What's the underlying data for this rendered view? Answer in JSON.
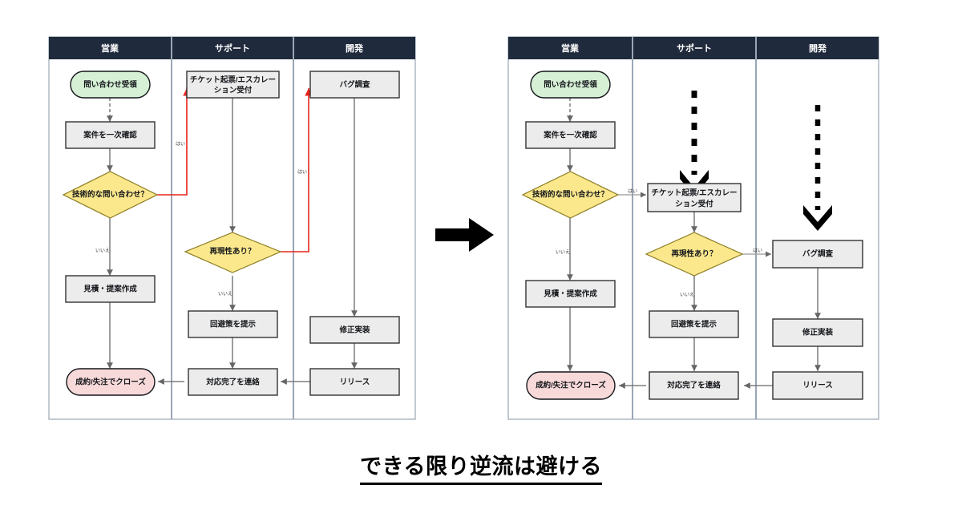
{
  "caption": "できる限り逆流は避ける",
  "colors": {
    "lane_header_bg": "#1f2a3c",
    "lane_header_text": "#ffffff",
    "lane_divider": "#9aa6b5",
    "diagram_border": "#9aa6b5",
    "process_fill": "#ececec",
    "process_stroke": "#333333",
    "decision_fill": "#fbe88d",
    "decision_stroke": "#8a7a20",
    "start_fill": "#d5f0d5",
    "start_stroke": "#14161a",
    "end_fill": "#f7d9d9",
    "end_stroke": "#14161a",
    "edge": "#666666",
    "backflow_edge": "#e8231b",
    "bold_dashed_edge": "#000000",
    "transition_arrow": "#000000"
  },
  "transition_arrow_icon": "right-arrow-icon",
  "lanes": [
    {
      "id": "sales",
      "label": "営業"
    },
    {
      "id": "support",
      "label": "サポート"
    },
    {
      "id": "dev",
      "label": "開発"
    }
  ],
  "diagrams": [
    {
      "id": "before",
      "title_role": "anti-pattern-flowchart",
      "nodes": [
        {
          "id": "b-start",
          "lane": "sales",
          "shape": "terminator",
          "fill": "start",
          "label": "問い合わせ受領",
          "lines": [
            "問い合わせ受領"
          ]
        },
        {
          "id": "b-triage",
          "lane": "sales",
          "shape": "process",
          "fill": "process",
          "label": "案件を一次確認",
          "lines": [
            "案件を一次確認"
          ]
        },
        {
          "id": "b-decision",
          "lane": "sales",
          "shape": "decision",
          "fill": "decision",
          "label": "技術的な問い合わせ？",
          "lines": [
            "技術的な問い合わせ？"
          ]
        },
        {
          "id": "b-quote",
          "lane": "sales",
          "shape": "process",
          "fill": "process",
          "label": "見積・提案作成",
          "lines": [
            "見積・提案作成"
          ]
        },
        {
          "id": "b-close",
          "lane": "sales",
          "shape": "terminator",
          "fill": "end",
          "label": "成約/失注でクローズ",
          "lines": [
            "成約/失注でクローズ"
          ]
        },
        {
          "id": "b-ticket",
          "lane": "support",
          "shape": "process",
          "fill": "process",
          "label": "チケット起票/エスカレーション受付",
          "lines": [
            "チケット起票/エスカレー",
            "ション受付"
          ]
        },
        {
          "id": "b-repro",
          "lane": "support",
          "shape": "decision",
          "fill": "decision",
          "label": "再現性あり？",
          "lines": [
            "再現性あり？"
          ]
        },
        {
          "id": "b-workarnd",
          "lane": "support",
          "shape": "process",
          "fill": "process",
          "label": "回避策を提示",
          "lines": [
            "回避策を提示"
          ]
        },
        {
          "id": "b-notify",
          "lane": "support",
          "shape": "process",
          "fill": "process",
          "label": "対応完了を連絡",
          "lines": [
            "対応完了を連絡"
          ]
        },
        {
          "id": "b-bug",
          "lane": "dev",
          "shape": "process",
          "fill": "process",
          "label": "バグ調査",
          "lines": [
            "バグ調査"
          ]
        },
        {
          "id": "b-fix",
          "lane": "dev",
          "shape": "process",
          "fill": "process",
          "label": "修正実装",
          "lines": [
            "修正実装"
          ]
        },
        {
          "id": "b-release",
          "lane": "dev",
          "shape": "process",
          "fill": "process",
          "label": "リリース",
          "lines": [
            "リリース"
          ]
        }
      ],
      "edges": [
        {
          "from": "b-start",
          "to": "b-triage",
          "style": "dashed",
          "label": ""
        },
        {
          "from": "b-triage",
          "to": "b-decision",
          "style": "solid",
          "label": ""
        },
        {
          "from": "b-decision",
          "to": "b-quote",
          "style": "solid",
          "label": "いいえ"
        },
        {
          "from": "b-quote",
          "to": "b-close",
          "style": "solid",
          "label": ""
        },
        {
          "from": "b-decision",
          "to": "b-ticket",
          "style": "backflow",
          "label": "はい"
        },
        {
          "from": "b-ticket",
          "to": "b-repro",
          "style": "solid",
          "label": ""
        },
        {
          "from": "b-repro",
          "to": "b-workarnd",
          "style": "solid",
          "label": "いいえ"
        },
        {
          "from": "b-workarnd",
          "to": "b-notify",
          "style": "solid",
          "label": ""
        },
        {
          "from": "b-repro",
          "to": "b-bug",
          "style": "backflow",
          "label": "はい"
        },
        {
          "from": "b-bug",
          "to": "b-fix",
          "style": "solid",
          "label": ""
        },
        {
          "from": "b-fix",
          "to": "b-release",
          "style": "solid",
          "label": ""
        },
        {
          "from": "b-release",
          "to": "b-notify",
          "style": "solid",
          "label": ""
        },
        {
          "from": "b-notify",
          "to": "b-close",
          "style": "solid",
          "label": ""
        }
      ]
    },
    {
      "id": "after",
      "title_role": "recommended-flowchart",
      "nodes": [
        {
          "id": "a-start",
          "lane": "sales",
          "shape": "terminator",
          "fill": "start",
          "label": "問い合わせ受領",
          "lines": [
            "問い合わせ受領"
          ]
        },
        {
          "id": "a-triage",
          "lane": "sales",
          "shape": "process",
          "fill": "process",
          "label": "案件を一次確認",
          "lines": [
            "案件を一次確認"
          ]
        },
        {
          "id": "a-decision",
          "lane": "sales",
          "shape": "decision",
          "fill": "decision",
          "label": "技術的な問い合わせ？",
          "lines": [
            "技術的な問い合わせ？"
          ]
        },
        {
          "id": "a-quote",
          "lane": "sales",
          "shape": "process",
          "fill": "process",
          "label": "見積・提案作成",
          "lines": [
            "見積・提案作成"
          ]
        },
        {
          "id": "a-close",
          "lane": "sales",
          "shape": "terminator",
          "fill": "end",
          "label": "成約/失注でクローズ",
          "lines": [
            "成約/失注でクローズ"
          ]
        },
        {
          "id": "a-ticket",
          "lane": "support",
          "shape": "process",
          "fill": "process",
          "label": "チケット起票/エスカレーション受付",
          "lines": [
            "チケット起票/エスカレー",
            "ション受付"
          ]
        },
        {
          "id": "a-repro",
          "lane": "support",
          "shape": "decision",
          "fill": "decision",
          "label": "再現性あり？",
          "lines": [
            "再現性あり？"
          ]
        },
        {
          "id": "a-workarnd",
          "lane": "support",
          "shape": "process",
          "fill": "process",
          "label": "回避策を提示",
          "lines": [
            "回避策を提示"
          ]
        },
        {
          "id": "a-notify",
          "lane": "support",
          "shape": "process",
          "fill": "process",
          "label": "対応完了を連絡",
          "lines": [
            "対応完了を連絡"
          ]
        },
        {
          "id": "a-bug",
          "lane": "dev",
          "shape": "process",
          "fill": "process",
          "label": "バグ調査",
          "lines": [
            "バグ調査"
          ]
        },
        {
          "id": "a-fix",
          "lane": "dev",
          "shape": "process",
          "fill": "process",
          "label": "修正実装",
          "lines": [
            "修正実装"
          ]
        },
        {
          "id": "a-release",
          "lane": "dev",
          "shape": "process",
          "fill": "process",
          "label": "リリース",
          "lines": [
            "リリース"
          ]
        }
      ],
      "edges": [
        {
          "from": "a-start",
          "to": "a-triage",
          "style": "dashed",
          "label": ""
        },
        {
          "from": "a-triage",
          "to": "a-decision",
          "style": "solid",
          "label": ""
        },
        {
          "from": "a-decision",
          "to": "a-quote",
          "style": "solid",
          "label": "いいえ"
        },
        {
          "from": "a-quote",
          "to": "a-close",
          "style": "solid",
          "label": ""
        },
        {
          "from": "a-decision",
          "to": "a-ticket",
          "style": "solid",
          "label": "はい"
        },
        {
          "from": "a-ticket",
          "to": "a-repro",
          "style": "solid",
          "label": ""
        },
        {
          "from": "a-repro",
          "to": "a-workarnd",
          "style": "solid",
          "label": "いいえ"
        },
        {
          "from": "a-workarnd",
          "to": "a-notify",
          "style": "solid",
          "label": ""
        },
        {
          "from": "a-repro",
          "to": "a-bug",
          "style": "solid",
          "label": "はい"
        },
        {
          "from": "a-bug",
          "to": "a-fix",
          "style": "solid",
          "label": ""
        },
        {
          "from": "a-fix",
          "to": "a-release",
          "style": "solid",
          "label": ""
        },
        {
          "from": "a-release",
          "to": "a-notify",
          "style": "solid",
          "label": ""
        },
        {
          "from": "a-notify",
          "to": "a-close",
          "style": "solid",
          "label": ""
        },
        {
          "from": "lane-support-top",
          "to": "a-ticket",
          "style": "bold-dashed",
          "label": ""
        },
        {
          "from": "lane-dev-top",
          "to": "a-bug",
          "style": "bold-dashed",
          "label": ""
        }
      ]
    }
  ]
}
